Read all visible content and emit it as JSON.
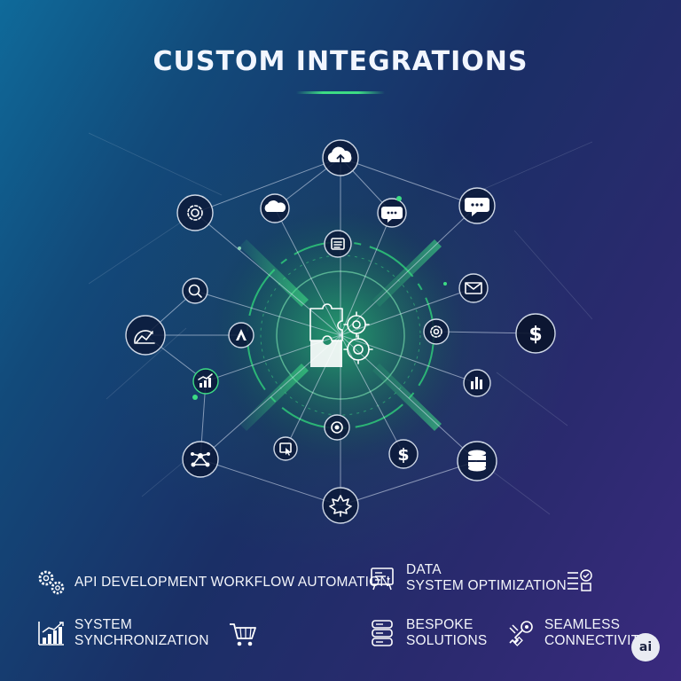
{
  "header": {
    "title": "CUSTOM INTEGRATIONS"
  },
  "colors": {
    "accent": "#3ddc84",
    "background_start": "#0f6a9a",
    "background_end": "#3a2a7e",
    "text": "#ffffff"
  },
  "hub": {
    "center_icon": "puzzle-gears-icon",
    "nodes": [
      "cloud-upload-icon",
      "cloud-icon",
      "chat-icon",
      "chat-bubble-icon",
      "gear-icon",
      "document-icon",
      "search-user-icon",
      "mail-icon",
      "analytics-icon",
      "api-icon",
      "gear-small-icon",
      "dollar-icon",
      "chart-up-icon",
      "bar-chart-icon",
      "network-icon",
      "touch-icon",
      "fingerprint-icon",
      "dollar-small-icon",
      "database-icon",
      "maple-leaf-icon"
    ]
  },
  "features": [
    {
      "icon": "gears-icon",
      "label_lines": [
        "API DEVELOPMENT WORKFLOW AUTOMATION"
      ]
    },
    {
      "icon": "data-board-icon",
      "label_lines": [
        "DATA",
        "SYSTEM OPTIMIZATION"
      ]
    },
    {
      "icon": "checklist-icon",
      "label_lines": []
    },
    {
      "icon": "growth-chart-icon",
      "label_lines": [
        "SYSTEM",
        "SYNCHRONIZATION"
      ]
    },
    {
      "icon": "cart-icon",
      "label_lines": []
    },
    {
      "icon": "server-icon",
      "label_lines": [
        "BESPOKE",
        "SOLUTIONS"
      ]
    },
    {
      "icon": "plug-key-icon",
      "label_lines": [
        "SEAMLESS",
        "CONNECTIVITY"
      ]
    }
  ],
  "badge": {
    "label": "ai"
  }
}
